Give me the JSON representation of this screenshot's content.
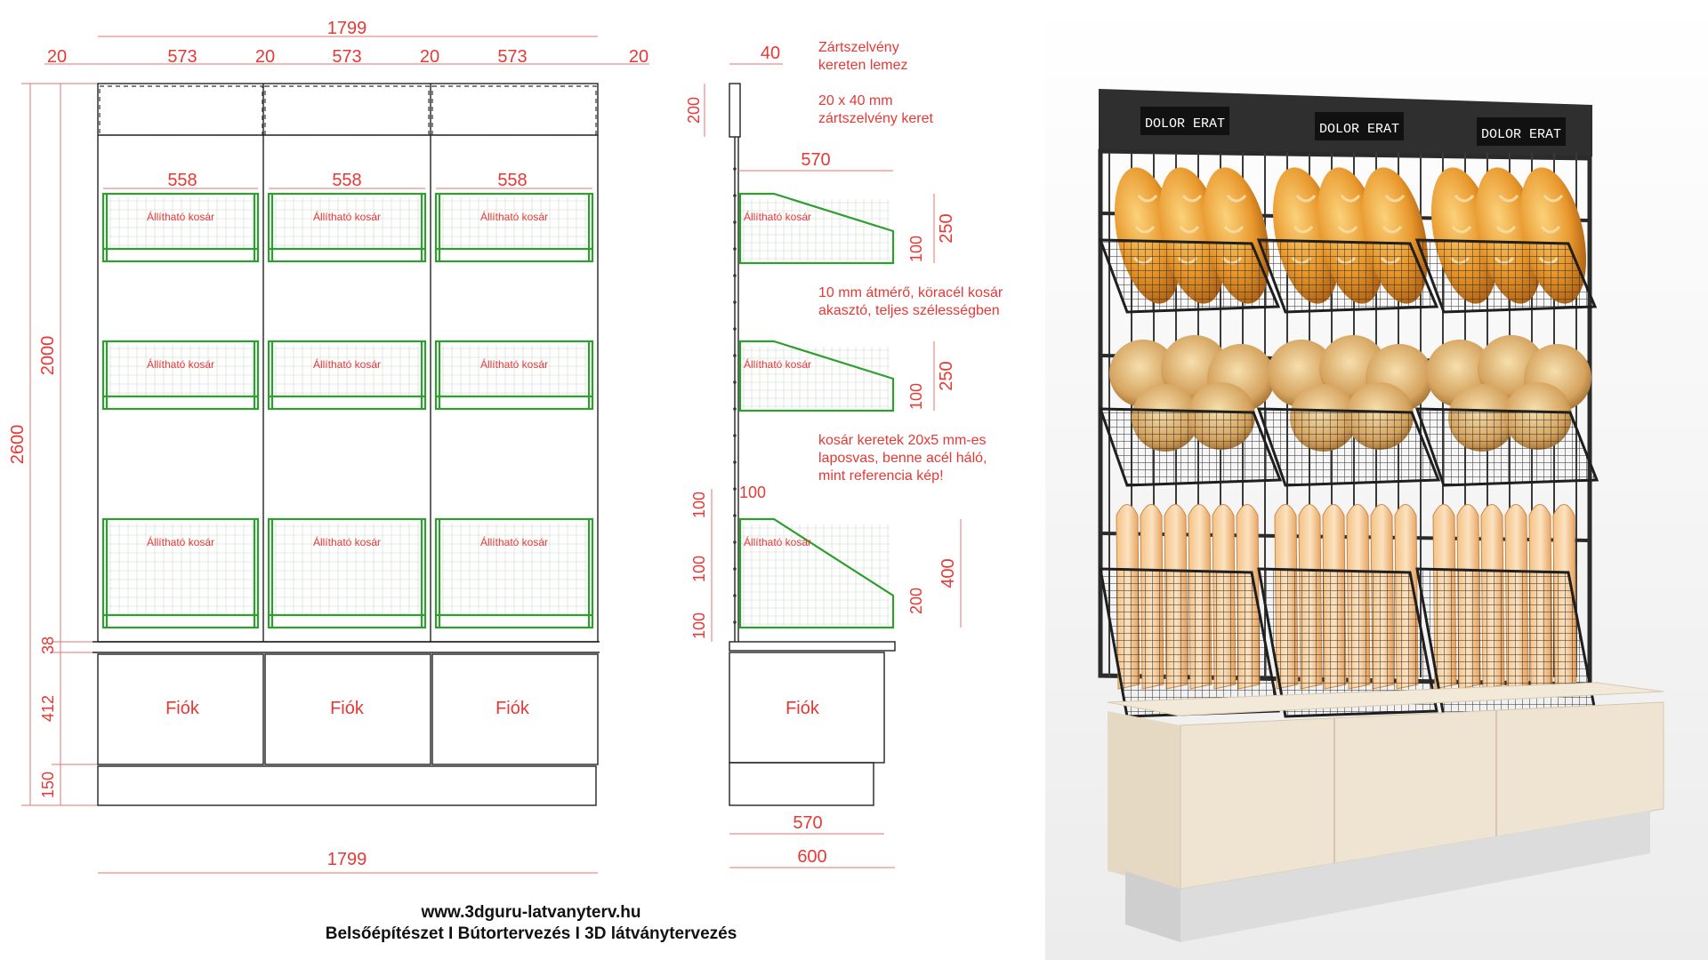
{
  "front_view": {
    "dim_total_width": "1799",
    "dim_top_segments": [
      "20",
      "573",
      "20",
      "573",
      "20",
      "573",
      "20"
    ],
    "dim_basket_widths": [
      "558",
      "558",
      "558"
    ],
    "dim_total_height": "2600",
    "dim_frame_height": "2000",
    "dim_plinth_gap": "38",
    "dim_drawer_height": "412",
    "dim_base_height": "150",
    "dim_bottom_width": "1799",
    "basket_label": "Állítható kosár",
    "drawer_label": "Fiók"
  },
  "side_view": {
    "dim_top_frame": "40",
    "dim_top_panel": "200",
    "dim_basket_depth": "570",
    "dim_basket_back_height": "250",
    "dim_basket_front_height": "100",
    "dim_lower_total": "400",
    "dim_lower_front": "200",
    "dim_offsets": [
      "100",
      "100",
      "100",
      "100"
    ],
    "dim_bottom_depth": "570",
    "dim_bottom_total": "600",
    "basket_label": "Állítható kosár",
    "drawer_label": "Fiók",
    "notes": {
      "panel_1": "Zártszelvény",
      "panel_2": "kereten lemez",
      "frame_1": "20 x 40 mm",
      "frame_2": "zártszelvény keret",
      "hanger_1": "10 mm átmérő, köracél kosár",
      "hanger_2": "akasztó, teljes szélességben",
      "frame_note_1": "kosár keretek 20x5 mm-es",
      "frame_note_2": "laposvas, benne acél háló,",
      "frame_note_3": "mint referencia kép!"
    }
  },
  "footer": {
    "website": "www.3dguru-latvanyterv.hu",
    "services": "Belsőépítészet I Bútortervezés I 3D látványtervezés"
  },
  "render": {
    "signs": [
      "DOLOR ERAT",
      "DOLOR ERAT",
      "DOLOR ERAT"
    ],
    "colors": {
      "frame": "#2b2b2b",
      "cabinet": "#efe4d2",
      "cabinet_top": "#f3e9d8",
      "plinth": "#d9d9d9"
    }
  }
}
